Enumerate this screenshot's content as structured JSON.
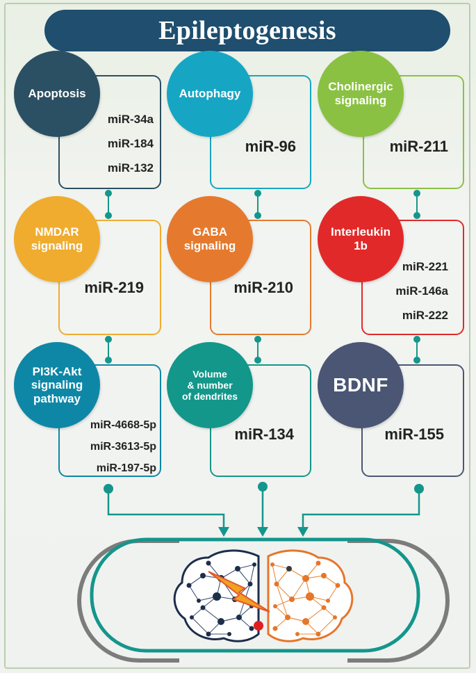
{
  "title": "Epileptogenesis",
  "colors": {
    "title_bg": "#1f4e6e",
    "connector": "#14968c",
    "apoptosis": "#2b4f63",
    "autophagy": "#16a6c4",
    "cholinergic": "#8ac142",
    "nmdar": "#f0ac2e",
    "gaba": "#e57a2e",
    "interleukin": "#e22929",
    "pi3k": "#0e87a6",
    "volume": "#12978a",
    "bdnf": "#4a5674"
  },
  "nodes": {
    "apoptosis": {
      "label": [
        "Apoptosis"
      ],
      "mirnas": [
        "miR-34a",
        "miR-184",
        "miR-132"
      ]
    },
    "autophagy": {
      "label": [
        "Autophagy"
      ],
      "mirnas": [
        "miR-96"
      ]
    },
    "cholinergic": {
      "label": [
        "Cholinergic",
        "signaling"
      ],
      "mirnas": [
        "miR-211"
      ]
    },
    "nmdar": {
      "label": [
        "NMDAR",
        "signaling"
      ],
      "mirnas": [
        "miR-219"
      ]
    },
    "gaba": {
      "label": [
        "GABA",
        "signaling"
      ],
      "mirnas": [
        "miR-210"
      ]
    },
    "interleukin": {
      "label": [
        "Interleukin",
        "1b"
      ],
      "mirnas": [
        "miR-221",
        "miR-146a",
        "miR-222"
      ]
    },
    "pi3k": {
      "label": [
        "PI3K-Akt",
        "signaling",
        "pathway"
      ],
      "mirnas": [
        "miR-4668-5p",
        "miR-3613-5p",
        "miR-197-5p"
      ]
    },
    "volume": {
      "label": [
        "Volume",
        "& number",
        "of dendrites"
      ],
      "mirnas": [
        "miR-134"
      ]
    },
    "bdnf": {
      "label": [
        "BDNF"
      ],
      "mirnas": [
        "miR-155"
      ]
    }
  },
  "brain": {
    "icon": "brain-network-icon",
    "spark_icon": "lightning-bolt-icon"
  }
}
